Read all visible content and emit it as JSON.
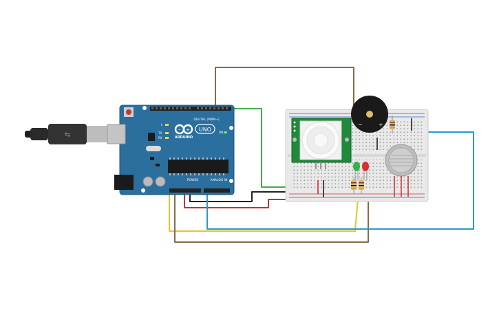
{
  "arduino": {
    "brand": "ARDUINO",
    "model": "UNO",
    "digital_label": "DIGITAL (PWM~)",
    "power_label": "POWER",
    "analog_label": "ANALOG IN",
    "l_label": "L",
    "tx_label": "TX",
    "rx_label": "RX",
    "on_label": "ON"
  },
  "colors": {
    "board": "#2a6f9e",
    "breadboard": "#e9e9e9",
    "wire_brown": "#8b6a43",
    "wire_green": "#3fae49",
    "wire_yellow": "#e5c52a",
    "wire_red": "#d22b2b",
    "wire_black": "#222222",
    "wire_blue": "#2a9ac8",
    "pir_board": "#1f8a3a",
    "led_green": "#36b04a",
    "led_red": "#d83030"
  },
  "components": {
    "pir_sensor": "PIR motion sensor",
    "buzzer_plus": "+",
    "buzzer_minus": "−",
    "gas_sensor": "gas sensor"
  }
}
